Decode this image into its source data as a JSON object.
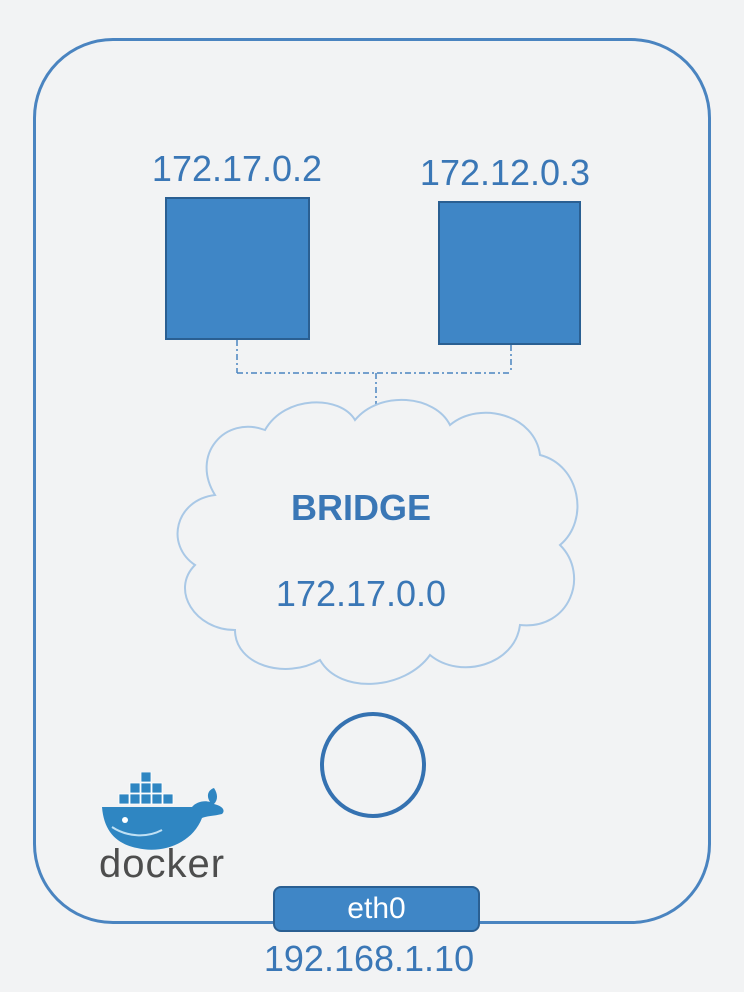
{
  "containers": [
    {
      "ip": "172.17.0.2"
    },
    {
      "ip": "172.12.0.3"
    }
  ],
  "bridge": {
    "label": "BRIDGE",
    "ip": "172.17.0.0"
  },
  "interface": {
    "label": "eth0",
    "ip": "192.168.1.10"
  },
  "logo": {
    "text": "docker"
  },
  "colors": {
    "accent": "#3f86c6",
    "border": "#4a84c0",
    "text": "#3a77b6",
    "background": "#f2f3f4"
  }
}
